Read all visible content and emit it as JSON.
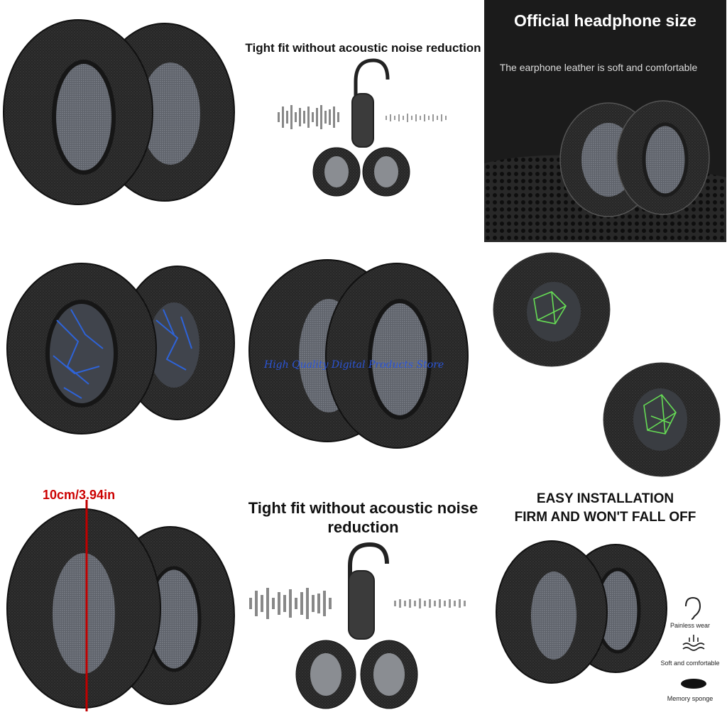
{
  "noise_heading_top": "Tight fit without acoustic noise reduction",
  "official_title": "Official headphone size",
  "official_subtitle": "The earphone leather is soft and comfortable",
  "watermark": "High Quality Digital Products Store",
  "measurement": "10cm/3.94in",
  "noise_heading_bottom": "Tight fit without acoustic noise reduction",
  "easy_line1": "EASY INSTALLATION",
  "easy_line2": "FIRM AND WON'T FALL OFF",
  "features": {
    "painless_icon": "ear-icon",
    "painless": "Painless wear",
    "soft_icon": "wave-icon",
    "soft": "Soft and comfortable",
    "memory_icon": "sponge-icon",
    "memory": "Memory sponge"
  },
  "colors": {
    "cushion": "#1f1f1f",
    "mesh_gray": "#6c7078",
    "accent_blue": "#2e63d8",
    "accent_green": "#66dd55",
    "measure_red": "#c00000"
  }
}
